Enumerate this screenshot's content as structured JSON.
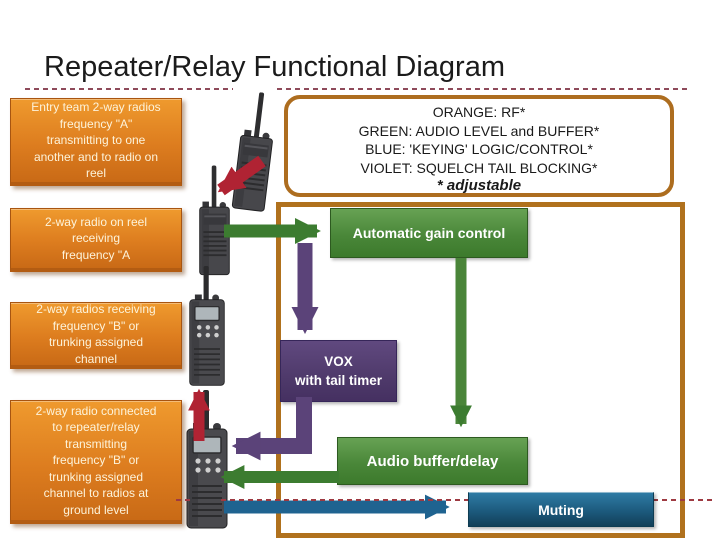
{
  "slide": {
    "title": "Repeater/Relay Functional Diagram"
  },
  "legend": {
    "lines": [
      "ORANGE: RF*",
      "GREEN: AUDIO LEVEL and BUFFER*",
      "BLUE: 'KEYING' LOGIC/CONTROL*",
      "VIOLET: SQUELCH TAIL BLOCKING*"
    ],
    "note": "* adjustable"
  },
  "info_boxes": [
    {
      "text": "Entry team 2-way radios\nfrequency \"A\"\ntransmitting to one\nanother and to radio  on\nreel"
    },
    {
      "text": "2-way radio on reel\nreceiving\nfrequency \"A"
    },
    {
      "text": "2-way radios receiving\nfrequency \"B\" or\ntrunking assigned\nchannel"
    },
    {
      "text": "2-way radio connected\nto repeater/relay\ntransmitting\nfrequency \"B\" or\ntrunking  assigned\nchannel  to radios at\nground level"
    }
  ],
  "process_blocks": {
    "agc": "Automatic gain control",
    "vox": "VOX\nwith tail timer",
    "audio_buffer": "Audio buffer/delay",
    "muting": "Muting"
  },
  "icons": {
    "radio": "handheld-two-way-radio"
  },
  "colors": {
    "orange_rf": "#d9751c",
    "green_audio": "#4c8b3b",
    "blue_keying": "#1f6390",
    "violet_squelch": "#5b4379",
    "red_rf_arrow": "#b02333",
    "frame_border": "#b0711d",
    "legend_border": "#ad6d1f",
    "dashed_guide": "#9e3a42"
  }
}
